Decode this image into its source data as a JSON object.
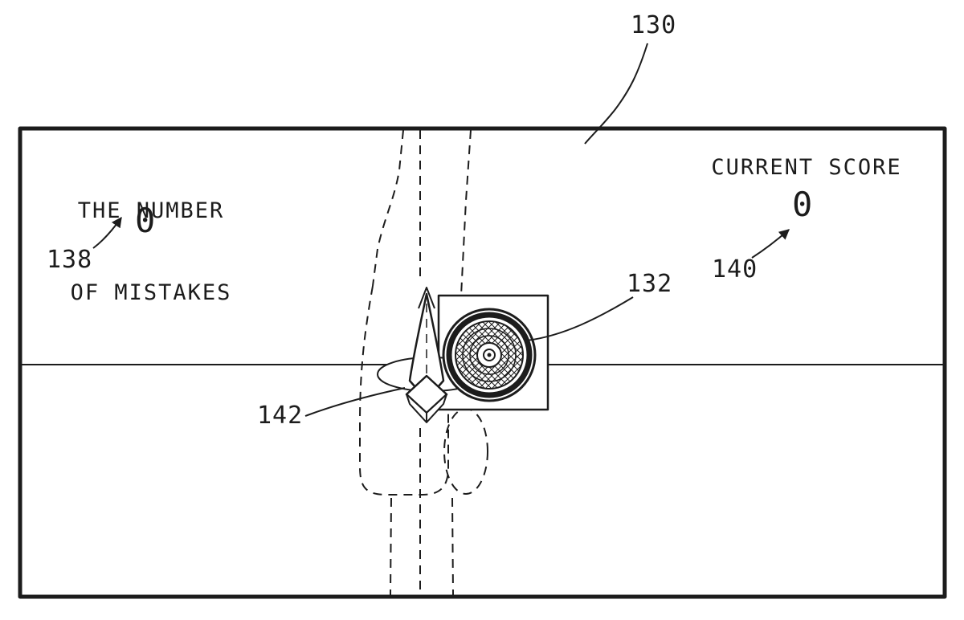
{
  "figure": {
    "refs": {
      "screen": "130",
      "mistakes": "138",
      "score": "140",
      "target": "132",
      "dart": "142"
    },
    "mistakes_panel": {
      "label_line1": "THE NUMBER",
      "label_line2": "OF MISTAKES",
      "value": "0"
    },
    "score_panel": {
      "label": "CURRENT SCORE",
      "value": "0"
    },
    "colors": {
      "ink": "#1c1c1c",
      "paper": "#ffffff"
    },
    "graphics": [
      "screen-border",
      "horizon-line",
      "dashed-lane-markings",
      "dashed-trajectory-line",
      "vehicle-outline-dashed",
      "wheel-ellipse-dashed",
      "target-box",
      "bullseye-target",
      "base-ellipse",
      "dart-pointer",
      "leader-line-130",
      "leader-arrow-138",
      "leader-arrow-140",
      "leader-line-132",
      "leader-line-142"
    ]
  }
}
